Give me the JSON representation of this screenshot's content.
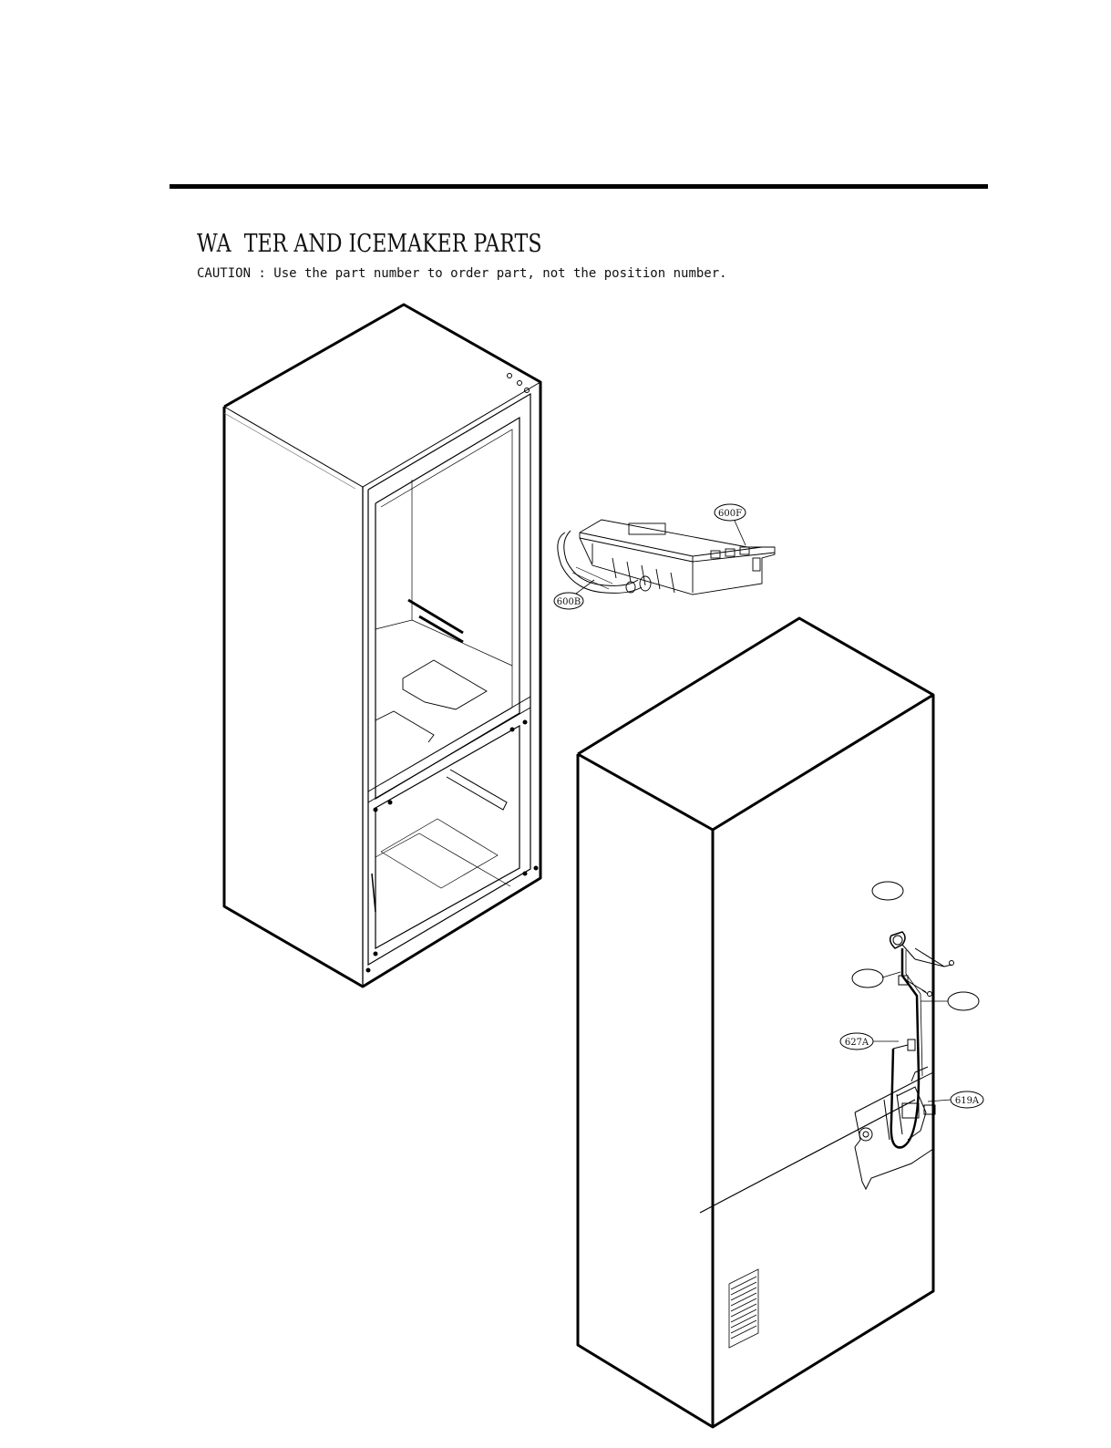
{
  "header": {
    "title": "WA  TER AND ICEMAKER PARTS",
    "caution": "CAUTION : Use the part number to order part, not the position number."
  },
  "callouts": {
    "c600F": "600F",
    "c600B": "600B",
    "c627A": "627A",
    "c619A": "619A",
    "blank1": "",
    "blank2": "",
    "blank3": ""
  }
}
